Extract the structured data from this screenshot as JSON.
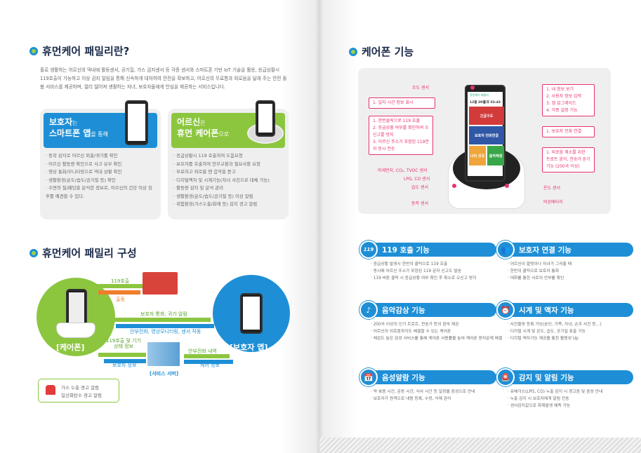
{
  "left": {
    "title1": "휴먼케어 패밀리란?",
    "intro": "홀로 생활하는 어르신의 댁내에 활동센서, 공기질, 가스 감지센서 등 각종 센서와 스마트폰 기반 IoT 기술을 활용, 응급상황시 119호출이 가능하고 이상 감지 알림을 통해 신속하게 대처하여 안전을 확보하고, 어르신의 무료함과 외로움을 달래 주는 안전 돌봄 서비스를 제공하며, 멀리 떨어져 생활하는 자녀, 보호자들에게 안심을 제공하는 서비스입니다.",
    "card1": {
      "big1": "보호자",
      "small1": "는",
      "big2": "스마트폰 앱",
      "small2": "을 통해",
      "items": [
        "동작 감지로 어르신 외출/귀가를 확인",
        "어르신 활동량 확인으로 사고 유무 확인",
        "영상 통화/모니터링으로 댁내 상황 확인",
        "생활환경(온도/습도/공기질 등) 확인",
        "수면의 질/패턴을 분석한 정보로, 어르신의 건강 이상 징후를 예견할 수 있다."
      ]
    },
    "card2": {
      "big1": "어르신",
      "small1": "은",
      "big2": "휴먼 케어폰",
      "small2": "으로",
      "items": [
        "응급상황시 119 호출하여 도움요청",
        "보호자를 호출하여 안부교환과 필요사항 요청",
        "무료하고 외로울 땐 음악을 듣고",
        "디지털액자 및 시계기능(자녀 사진으로 대체 가능)",
        "활동량 감지 및 분석 관리",
        "생활환경(온도/습도/공기질 등) 이상 알림",
        "위험환경(가스누출/화재 등) 감지 경고 알림"
      ]
    },
    "title2": "휴먼케어 패밀리 구성",
    "diagram": {
      "carephone": "[케어폰]",
      "guardian_app": "[보호자 앱]",
      "server": "[서비스 서버]",
      "a119": "119호출",
      "dispatch": "출동",
      "a_call": "보호자 통화, 귀가 알림",
      "a_check": "안부전화, 영상모니터링, 센서 작동",
      "a_state": "119호출 및 기기상태 정보",
      "a_ginfo": "보호자 정보",
      "a_hist": "안부전화 내역",
      "a_care": "케어 정보"
    },
    "legend": [
      "가스 누출 경고 알림",
      "일산화탄소 경고 알림"
    ]
  },
  "right": {
    "title": "케어폰 기능",
    "phone": {
      "app": "휴먼케어 패밀리",
      "date": "12월 20일",
      "time": "오후 01:43",
      "t119": "긴급구조",
      "tguard": "보호자 전화연결",
      "tsong": "나의 선곡",
      "tmusic": "음악재생"
    },
    "sensors": {
      "illum": "조도 센서",
      "dust": "미세먼지, CO₂, TVOC 센서",
      "lpg": "LPG, CO 센서",
      "humid": "습도 센서",
      "motion": "동작 센서",
      "temp": "온도 센서",
      "battery": "비상배터리"
    },
    "callouts": {
      "datetime": "1. 일자 시간 정보 표시",
      "call119": [
        "1. 한번클릭으로 119 호출",
        "2. 응급상황 여부를 확인하여 오신고를 방지",
        "3. 어르신 주소가 포함된 119문자 동시 전송"
      ],
      "settings": [
        "1. 내 정보 보기",
        "2. 사용자 정보 입력",
        "3. 앱 업그레이드",
        "4. 각종 설정 기능"
      ],
      "guardian": "1. 보호자 전화 연결",
      "music": "1. 외로움 해소를 위한 트로트 음악, 찬송가 듣기 기능 (200곡 이상)"
    },
    "features": [
      {
        "icon": "119-icon",
        "glyph": "119",
        "title": "119 호출 기능",
        "items": [
          "응급상황 발생시 한번의 클릭으로 119 호출",
          "동시에 어르신 주소가 포함된 119 문자 신고도 발송",
          "119 버튼 클릭 시 응급상황 여부 확인 후 취소로 오신고 방지"
        ]
      },
      {
        "icon": "people-icon",
        "glyph": "👥",
        "title": "보호자 연결 기능",
        "items": [
          "어르신이 말벗이나 자녀가 그리울 때",
          "한번의 클릭으로 보호자 통화",
          "대화를 통한 서로의 안부를 확인"
        ]
      },
      {
        "icon": "music-icon",
        "glyph": "♪",
        "title": "음악감상 기능",
        "items": [
          "200곡 이상의 인기 트로트, 찬송가 등의 음악 제공",
          "어르신의 외로움까지도 해결할 수 있는 케어폰",
          "체감도 높은 감성 서비스를 통해 케어폰 사용률을 높여 케어폰 방치문제 해결"
        ]
      },
      {
        "icon": "alarm-clock-icon",
        "glyph": "⏰",
        "title": "시계 및 액자 기능",
        "items": [
          "사진촬영 등록 가능(본인, 가족, 자녀, 손주 사진 등…)",
          "디지털 시계 및 온도, 습도, 공기질 표출 기능",
          "디지털 액자기능 제공을 통한 활용성 Up"
        ]
      },
      {
        "icon": "calendar-icon",
        "glyph": "📅",
        "title": "음성알람 기능",
        "items": [
          "약 복용 시간, 운동 시간, 식사 시간 등 일정을 음성으로 안내",
          "보호자가 원격으로 내용 등록, 수정, 삭제 관리"
        ]
      },
      {
        "icon": "siren-icon",
        "glyph": "🚨",
        "title": "감지 및 알림 기능",
        "items": [
          "유해가스(LPG, CO) 누출 감지 시 경고음 및 음성 안내",
          "누출 감지 시 보호자에게 알림 전송",
          "센서감지값으로 화재발생 예측 가능"
        ]
      }
    ]
  },
  "colors": {
    "blue": "#1e8fd6",
    "green": "#8cc63f",
    "red": "#e8336b",
    "orange": "#f07d2a"
  }
}
